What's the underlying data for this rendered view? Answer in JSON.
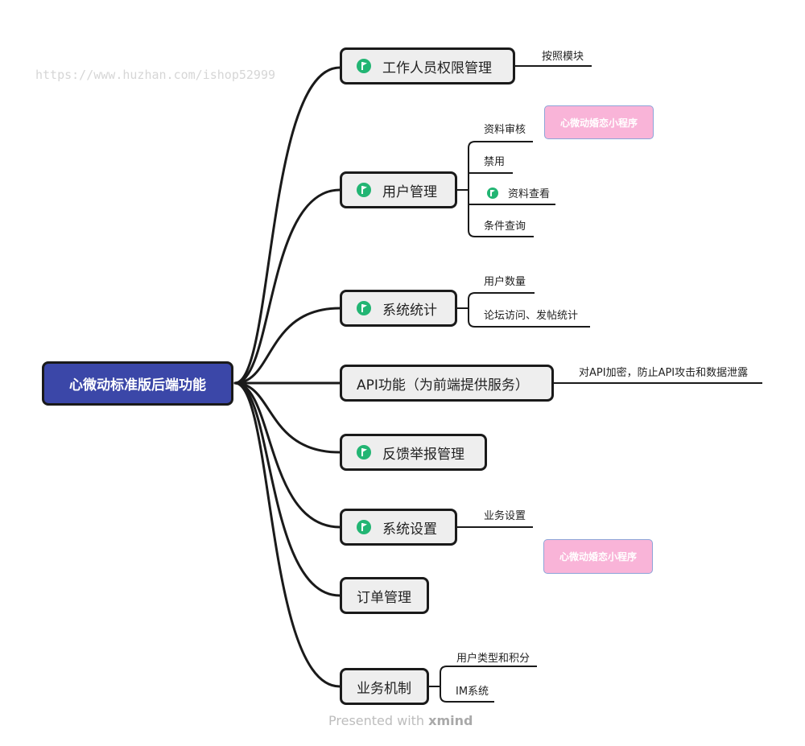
{
  "watermark": "https://www.huzhan.com/ishop52999",
  "root": "心微动标准版后端功能",
  "branches": {
    "staff": {
      "label": "工作人员权限管理",
      "children": [
        "按照模块"
      ]
    },
    "user": {
      "label": "用户管理",
      "children": [
        "资料审核",
        "禁用",
        "资料查看",
        "条件查询"
      ]
    },
    "stats": {
      "label": "系统统计",
      "children": [
        "用户数量",
        "论坛访问、发帖统计"
      ]
    },
    "api": {
      "label": "API功能（为前端提供服务）",
      "children": [
        "对API加密，防止API攻击和数据泄露"
      ]
    },
    "feedback": {
      "label": "反馈举报管理"
    },
    "settings": {
      "label": "系统设置",
      "children": [
        "业务设置"
      ]
    },
    "orders": {
      "label": "订单管理"
    },
    "business": {
      "label": "业务机制",
      "children": [
        "用户类型和积分",
        "IM系统"
      ]
    }
  },
  "tags": [
    "心微动婚恋小程序",
    "心微动婚恋小程序"
  ],
  "footer": {
    "prefix": "Presented with",
    "brand": "xmind"
  },
  "colors": {
    "root_fill": "#3b47a8",
    "node_fill": "#eeeeee",
    "flag": "#22b573",
    "tag_fill": "#f9b4d8"
  },
  "icons": {
    "marker": "green-flag-icon"
  }
}
